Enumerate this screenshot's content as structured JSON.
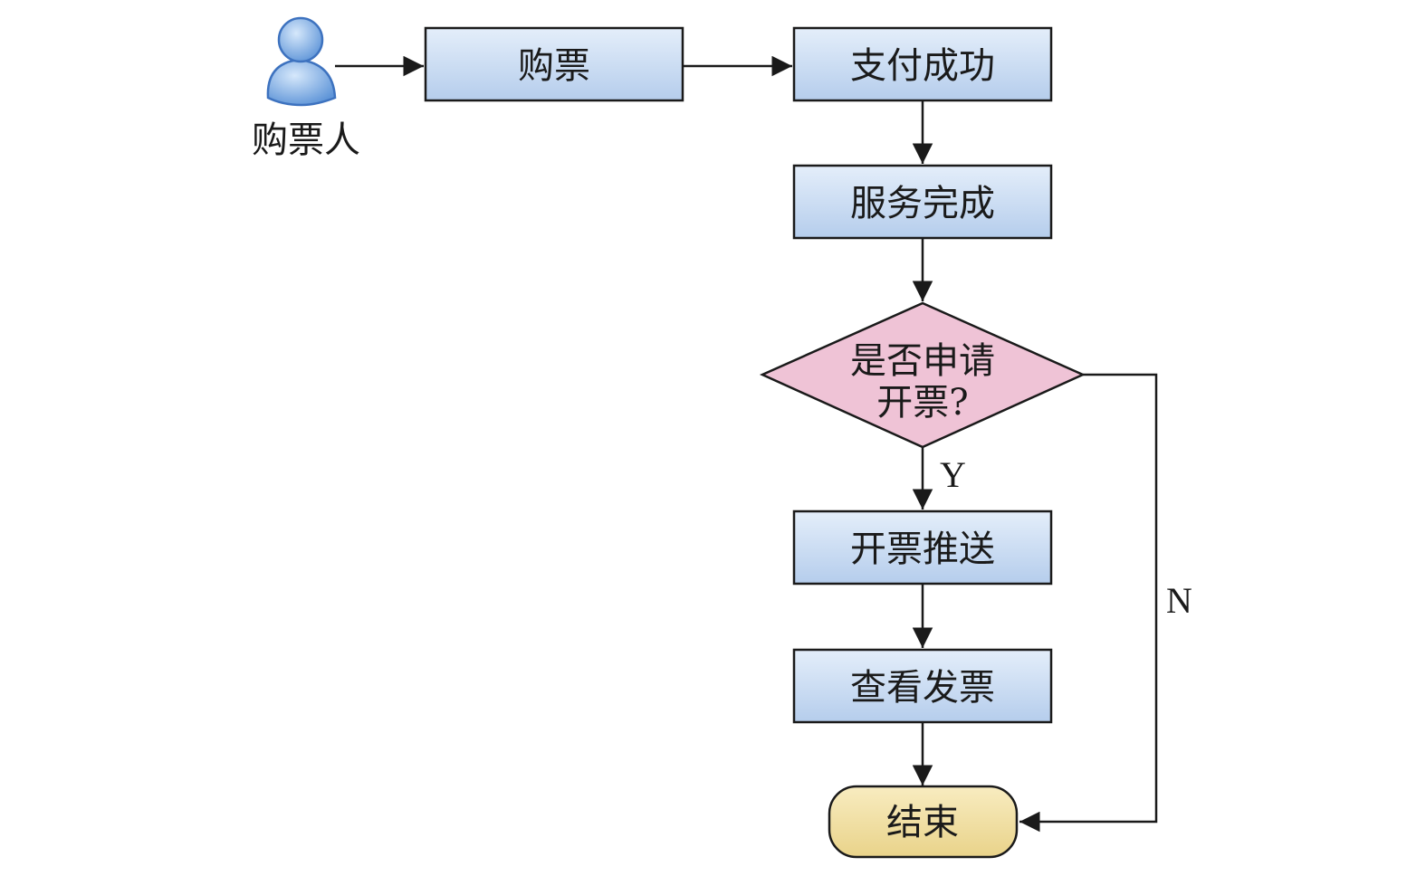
{
  "actor": {
    "label": "购票人",
    "icon": "user-icon"
  },
  "nodes": {
    "purchase": "购票",
    "payment_success": "支付成功",
    "service_complete": "服务完成",
    "decision_line1": "是否申请",
    "decision_line2": "开票?",
    "invoice_push": "开票推送",
    "view_invoice": "查看发票",
    "end": "结束"
  },
  "edge_labels": {
    "yes": "Y",
    "no": "N"
  },
  "colors": {
    "process_fill_top": "#dce9f8",
    "process_fill_bottom": "#b7d0ee",
    "decision_fill": "#efc3d6",
    "terminal_fill": "#f3e3a6",
    "actor_fill": "#8fb8ec",
    "stroke": "#1a1a1a"
  }
}
